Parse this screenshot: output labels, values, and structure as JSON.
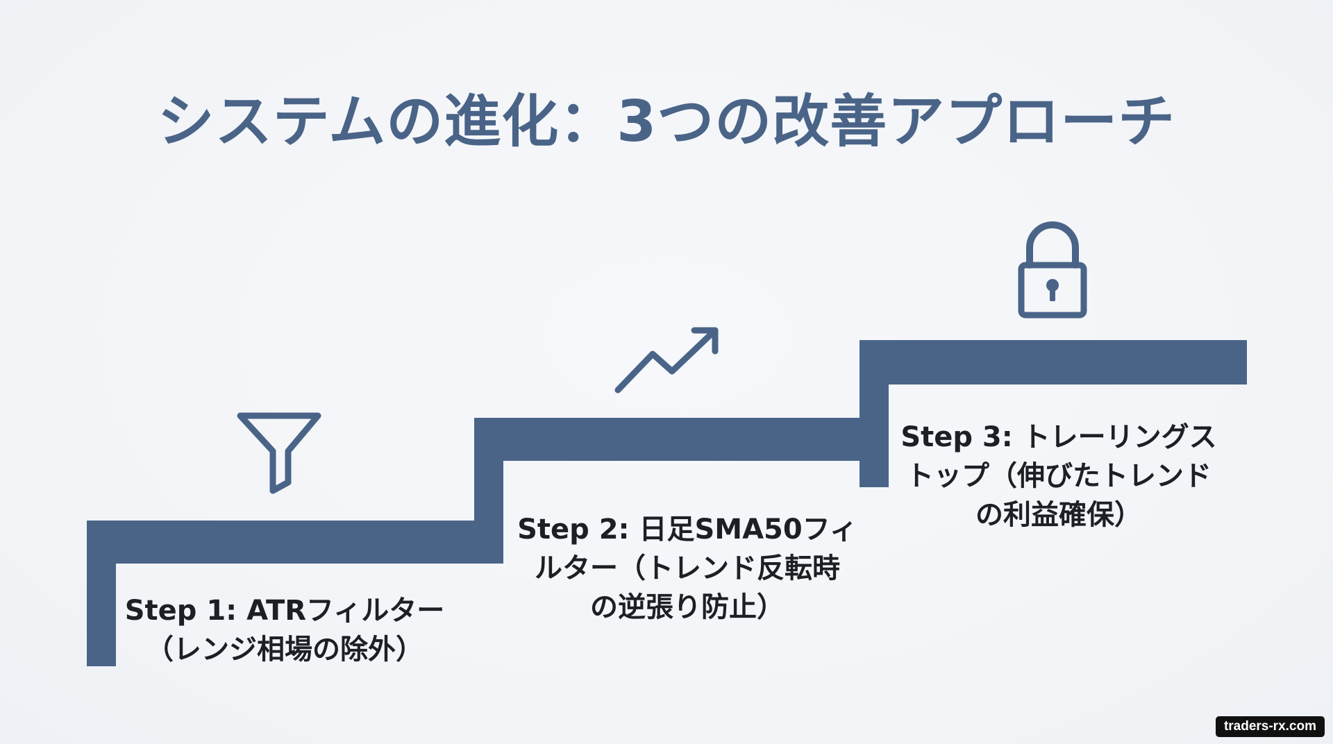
{
  "title": "システムの進化：3つの改善アプローチ",
  "colors": {
    "stair": "#4a6488",
    "title": "#4a6488",
    "text": "#1c1f24",
    "background": "#f4f6f9"
  },
  "steps": [
    {
      "icon": "funnel-icon",
      "lines": [
        "Step 1: ATRフィルター",
        "（レンジ相場の除外）"
      ]
    },
    {
      "icon": "trend-up-arrow-icon",
      "lines": [
        "Step 2: 日足SMA50フィ",
        "ルター（トレンド反転時",
        "の逆張り防止）"
      ]
    },
    {
      "icon": "lock-icon",
      "lines": [
        "Step 3: トレーリングス",
        "トップ（伸びたトレンド",
        "の利益確保）"
      ]
    }
  ],
  "watermark": "traders-rx.com"
}
